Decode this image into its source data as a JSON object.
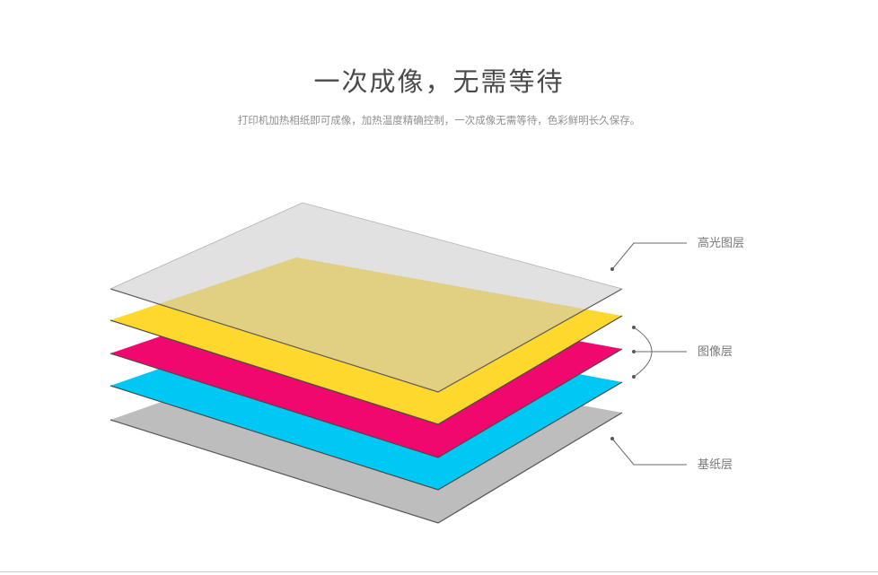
{
  "header": {
    "title": "一次成像，无需等待",
    "subtitle": "打印机加热相纸即可成像，加热温度精确控制，一次成像无需等待，色彩鲜明长久保存。"
  },
  "layers": [
    {
      "name": "高光图层",
      "color": "#c8c8c8"
    },
    {
      "name": "图像层",
      "colors": [
        "#ffd82e",
        "#f0086e",
        "#00c8f5"
      ]
    },
    {
      "name": "基纸层",
      "color": "#bdbdbd"
    }
  ]
}
